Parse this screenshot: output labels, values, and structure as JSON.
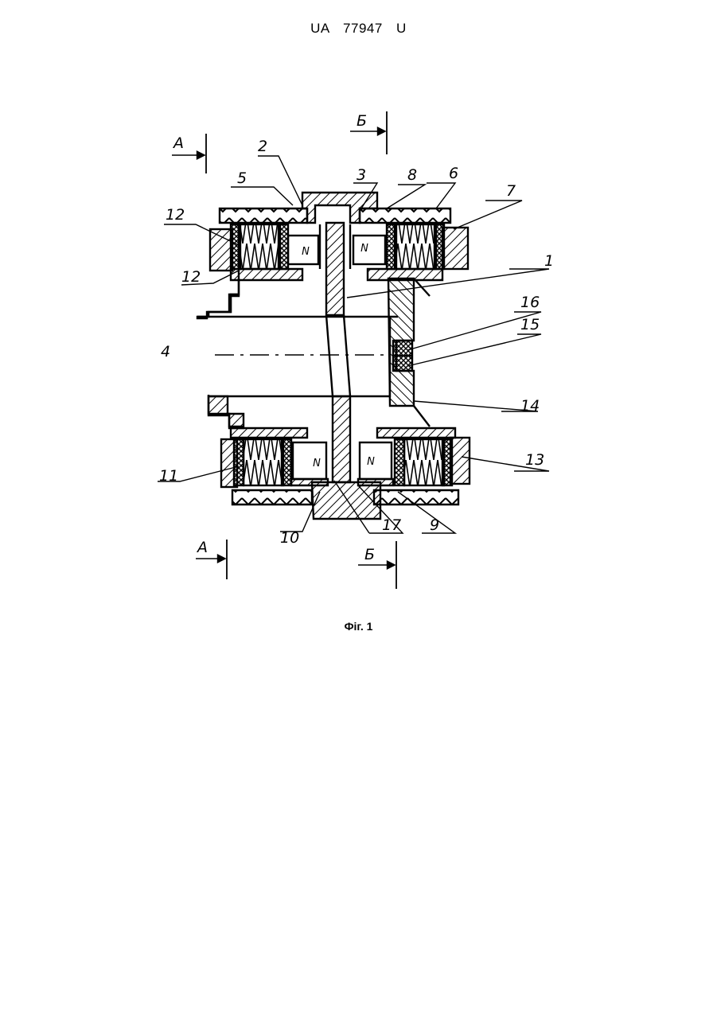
{
  "document": {
    "header": "UA 77947 U",
    "caption": "Фіг. 1"
  },
  "figure": {
    "section_marks": {
      "a_top": "А",
      "a_bottom": "А",
      "b_top": "Б",
      "b_bottom": "Б"
    },
    "magnet_marks": [
      "N",
      "N",
      "N",
      "N"
    ],
    "part_labels": [
      "1",
      "2",
      "3",
      "4",
      "5",
      "6",
      "7",
      "8",
      "9",
      "10",
      "11",
      "12",
      "12",
      "13",
      "14",
      "15",
      "16",
      "17"
    ]
  }
}
